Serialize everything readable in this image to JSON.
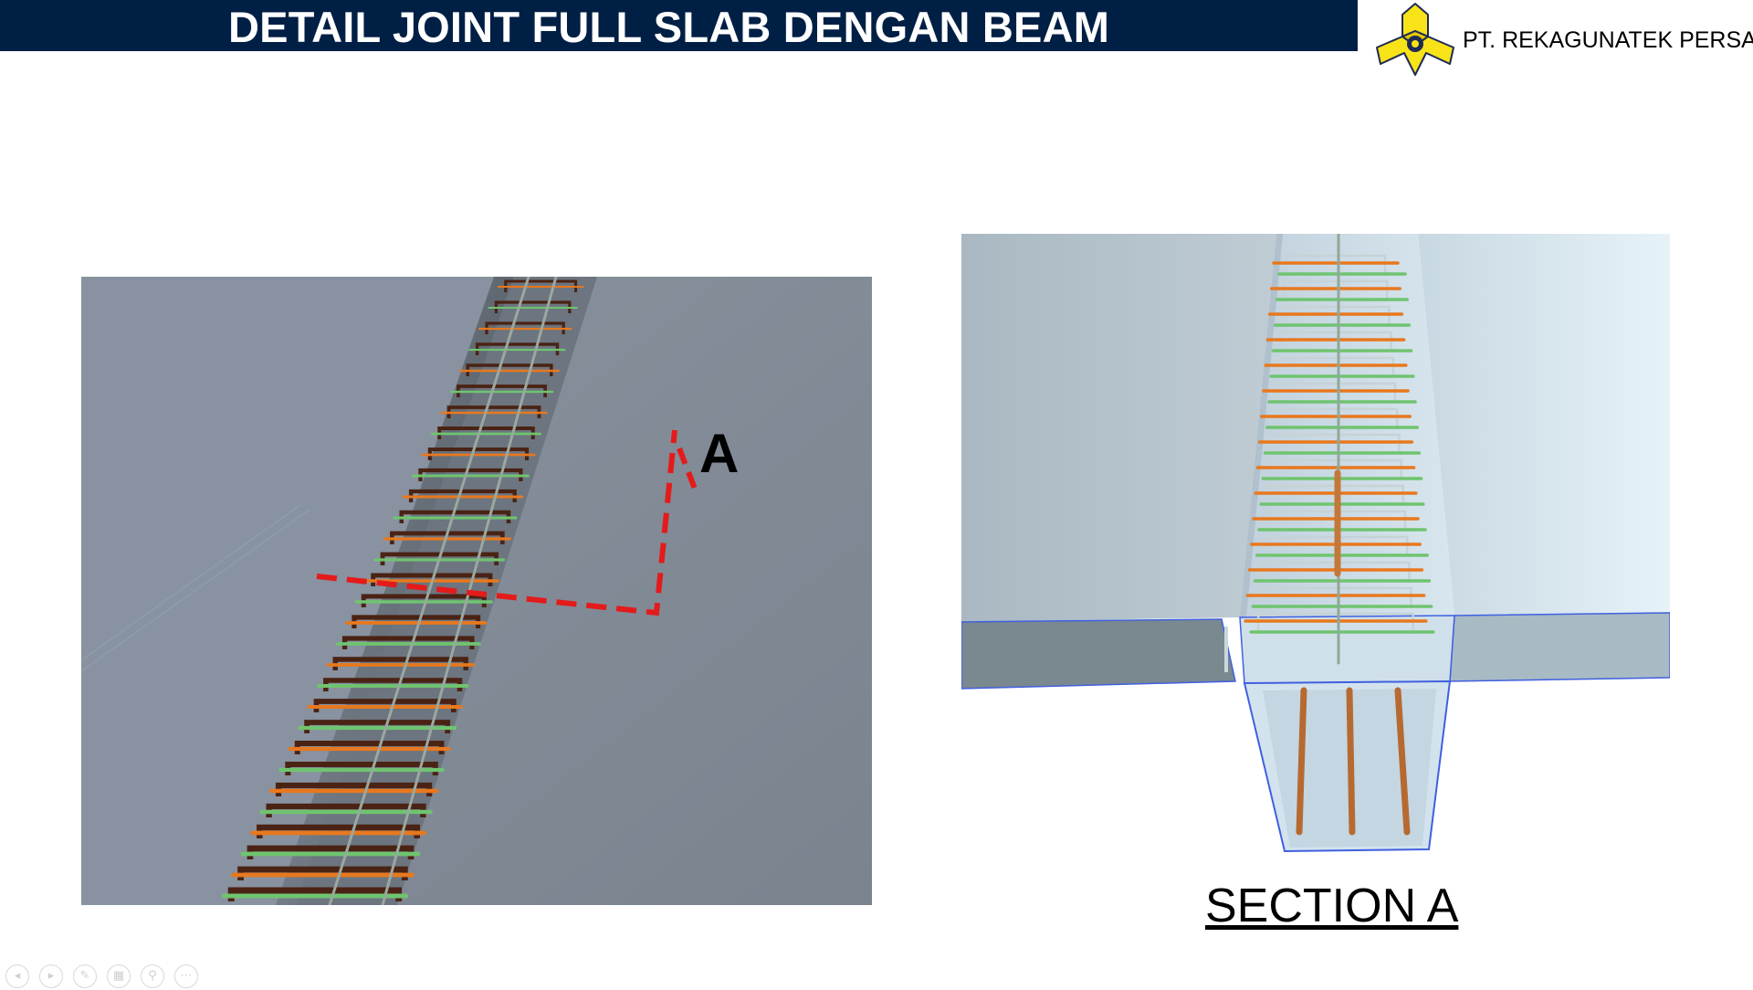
{
  "slide": {
    "title": "DETAIL JOINT FULL SLAB DENGAN BEAM",
    "company": "PT. REKAGUNATEK PERSADA",
    "section_marker": "A",
    "section_label": "SECTION A"
  },
  "colors": {
    "title_bar": "#001f45",
    "logo_yellow": "#f7e318",
    "section_cut": "#e31b1b",
    "stirrup": "#4a2314",
    "rebar_orange": "#e8781e",
    "rebar_green": "#6fc46f",
    "slab_gray": "#7e8893"
  },
  "logo": {
    "icon": "tripod-star-logo-icon"
  },
  "views": {
    "left": {
      "icon": "slab-beam-3d-view"
    },
    "right": {
      "icon": "section-a-3d-view"
    }
  },
  "presenter_controls": [
    {
      "name": "previous-slide-icon",
      "glyph": "◂"
    },
    {
      "name": "next-slide-icon",
      "glyph": "▸"
    },
    {
      "name": "pen-icon",
      "glyph": "✎"
    },
    {
      "name": "slides-grid-icon",
      "glyph": "▦"
    },
    {
      "name": "zoom-icon",
      "glyph": "⚲"
    },
    {
      "name": "more-options-icon",
      "glyph": "⋯"
    }
  ]
}
